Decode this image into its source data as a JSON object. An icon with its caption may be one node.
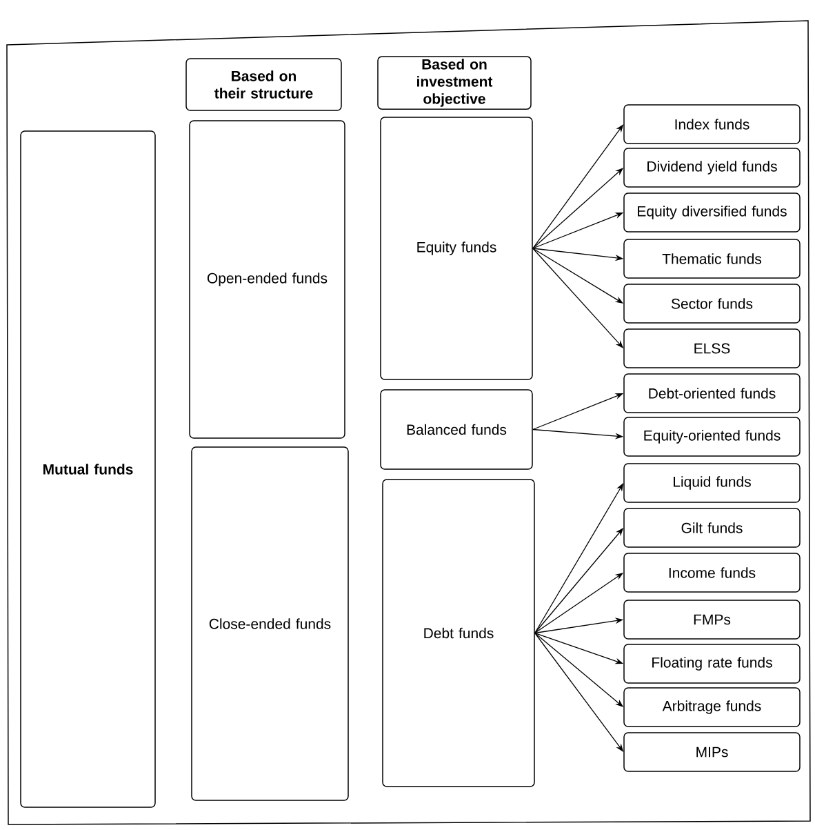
{
  "diagram": {
    "nodes": [
      {
        "text": [
          "Mutual funds"
        ]
      },
      {
        "text": [
          "Based on their structure"
        ]
      },
      {
        "text": [
          "Open-ended funds"
        ]
      },
      {
        "text": [
          "Close-ended funds"
        ]
      },
      {
        "text": [
          "Based on investment objective"
        ]
      },
      {
        "text": [
          "Equity funds"
        ]
      },
      {
        "text": [
          "Balanced funds"
        ]
      },
      {
        "text": [
          "Debt funds"
        ]
      },
      {
        "text": [
          "Index funds"
        ]
      },
      {
        "text": [
          "Dividend yield funds"
        ]
      },
      {
        "text": [
          "Equity diversified funds"
        ]
      },
      {
        "text": [
          "Thematic funds"
        ]
      },
      {
        "text": [
          "Sector funds"
        ]
      },
      {
        "text": [
          "ELSS"
        ]
      },
      {
        "text": [
          "Debt-oriented funds"
        ]
      },
      {
        "text": [
          "Equity-oriented funds"
        ]
      },
      {
        "text": [
          "Liquid funds"
        ]
      },
      {
        "text": [
          "Gilt funds"
        ]
      },
      {
        "text": [
          "Income funds"
        ]
      },
      {
        "text": [
          "FMPs"
        ]
      },
      {
        "text": [
          "Floating rate funds"
        ]
      },
      {
        "text": [
          "Arbitrage funds"
        ]
      },
      {
        "text": [
          "MIPs"
        ]
      }
    ],
    "edges": [
      {
        "from": 5,
        "to": 8,
        "arrow": "to"
      },
      {
        "from": 5,
        "to": 9,
        "arrow": "to"
      },
      {
        "from": 5,
        "to": 10,
        "arrow": "to"
      },
      {
        "from": 5,
        "to": 11,
        "arrow": "to"
      },
      {
        "from": 5,
        "to": 12,
        "arrow": "to"
      },
      {
        "from": 5,
        "to": 13,
        "arrow": "to"
      },
      {
        "from": 6,
        "to": 14,
        "arrow": "to"
      },
      {
        "from": 6,
        "to": 15,
        "arrow": "to"
      },
      {
        "from": 7,
        "to": 16,
        "arrow": "to"
      },
      {
        "from": 7,
        "to": 17,
        "arrow": "to"
      },
      {
        "from": 7,
        "to": 18,
        "arrow": "to"
      },
      {
        "from": 7,
        "to": 19,
        "arrow": "to"
      },
      {
        "from": 7,
        "to": 20,
        "arrow": "to"
      },
      {
        "from": 7,
        "to": 21,
        "arrow": "to"
      },
      {
        "from": 7,
        "to": 22,
        "arrow": "to"
      }
    ]
  }
}
